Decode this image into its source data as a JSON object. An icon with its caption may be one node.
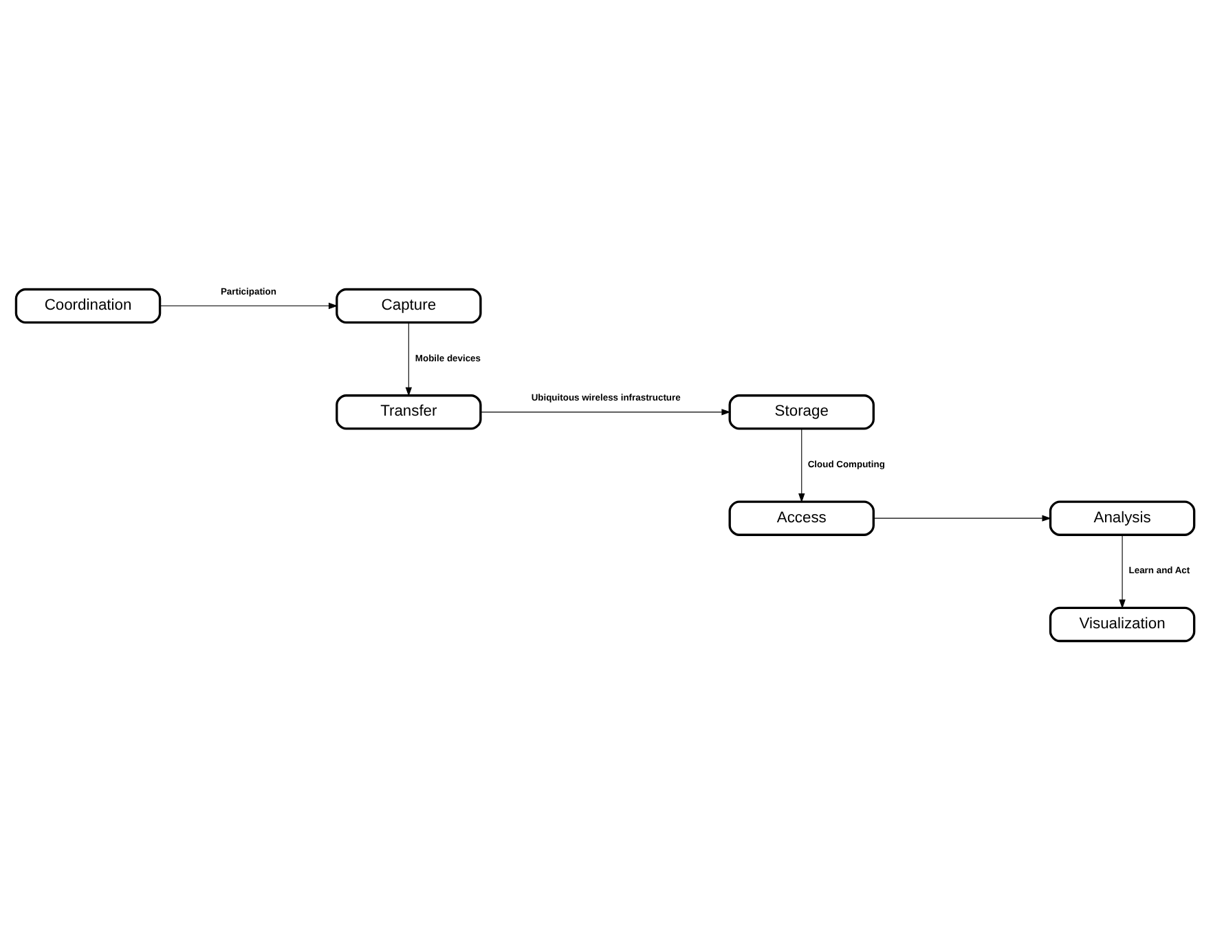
{
  "diagram": {
    "nodes": [
      {
        "text": [
          "Coordination"
        ]
      },
      {
        "text": [
          "Capture"
        ]
      },
      {
        "text": [
          "Transfer"
        ]
      },
      {
        "text": [
          "Storage"
        ]
      },
      {
        "text": [
          "Access"
        ]
      },
      {
        "text": [
          "Analysis"
        ]
      },
      {
        "text": [
          "Visualization"
        ]
      }
    ],
    "edges": [
      {
        "from": 0,
        "to": 1,
        "arrow": "to",
        "label": "Participation"
      },
      {
        "from": 1,
        "to": 2,
        "arrow": "to",
        "label": "Mobile devices"
      },
      {
        "from": 2,
        "to": 3,
        "arrow": "to",
        "label": "Ubiquitous wireless infrastructure"
      },
      {
        "from": 3,
        "to": 4,
        "arrow": "to",
        "label": "Cloud Computing"
      },
      {
        "from": 4,
        "to": 5,
        "arrow": "to"
      },
      {
        "from": 5,
        "to": 6,
        "arrow": "to",
        "label": "Learn and Act"
      }
    ]
  }
}
